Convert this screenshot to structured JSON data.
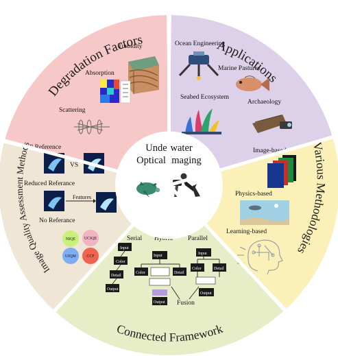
{
  "center": {
    "line1": "Underwater",
    "line2": "Optical Imaging"
  },
  "sectors": {
    "degradation": {
      "title": "Degradation Factors",
      "color": "#f6c8c7",
      "items": [
        "Turbidity",
        "Absorption",
        "Scattering"
      ]
    },
    "applications": {
      "title": "Applications",
      "color": "#ddd1ea",
      "items": [
        "Ocean Engineering",
        "Marine Pastures",
        "Seabed Ecosystem",
        "Archaeology"
      ]
    },
    "methodologies": {
      "title": "Various Methodologies",
      "color": "#fbf1b8",
      "items": [
        "Image-based",
        "Physics-based",
        "Learning-based"
      ]
    },
    "framework": {
      "title": "Connected Framework",
      "color": "#e7edc7",
      "columns": [
        "Serial",
        "Hybrid",
        "Parallel"
      ],
      "fusion": "Fusion",
      "blocks": {
        "input": "Input",
        "color": "Color",
        "detail": "Detail",
        "output": "Output"
      }
    },
    "assessment": {
      "title": "Image Quality Assessment Methods",
      "color": "#efe6d5",
      "items": [
        "Full Reference",
        "Reduced Referance",
        "No Referance"
      ],
      "vs": "VS",
      "features": "Features",
      "metrics": [
        {
          "label": "NIQE",
          "color": "#c8f07a"
        },
        {
          "label": "UCIQE",
          "color": "#f2b3c3"
        },
        {
          "label": "UIQM",
          "color": "#7eaef2"
        },
        {
          "label": "CCF",
          "color": "#f0634f"
        }
      ]
    }
  }
}
